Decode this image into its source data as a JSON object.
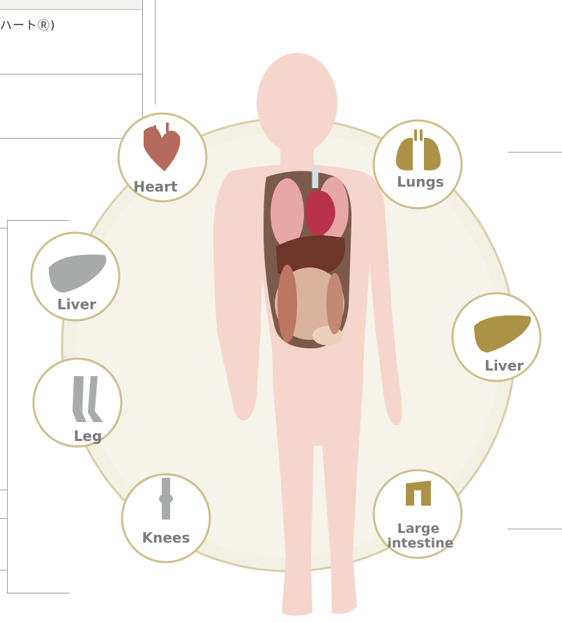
{
  "header_fragment": "ハートⓇ)",
  "organs": [
    {
      "id": "heart",
      "label": "Heart",
      "label_lines": [
        "Heart"
      ]
    },
    {
      "id": "lungs",
      "label": "Lungs",
      "label_lines": [
        "Lungs"
      ]
    },
    {
      "id": "liver_left",
      "label": "Liver",
      "label_lines": [
        "Liver"
      ]
    },
    {
      "id": "liver_right",
      "label": "Liver",
      "label_lines": [
        "Liver"
      ]
    },
    {
      "id": "leg",
      "label": "Leg",
      "label_lines": [
        "Leg"
      ]
    },
    {
      "id": "knees",
      "label": "Knees",
      "label_lines": [
        "Knees"
      ]
    },
    {
      "id": "large_intestine",
      "label": "Large intestine",
      "label_lines": [
        "Large",
        "intestine"
      ]
    }
  ],
  "colors": {
    "ring_fill": "#f2efe3",
    "ring_stroke": "#d9cfa6",
    "circle_border": "#cdbf8a",
    "body": "#f6d6cc",
    "heart_organ": "#b46a5c",
    "gold_organ": "#ab9246",
    "grey_organ": "#a9abab",
    "torso_cavity": "#7a5a4c"
  }
}
